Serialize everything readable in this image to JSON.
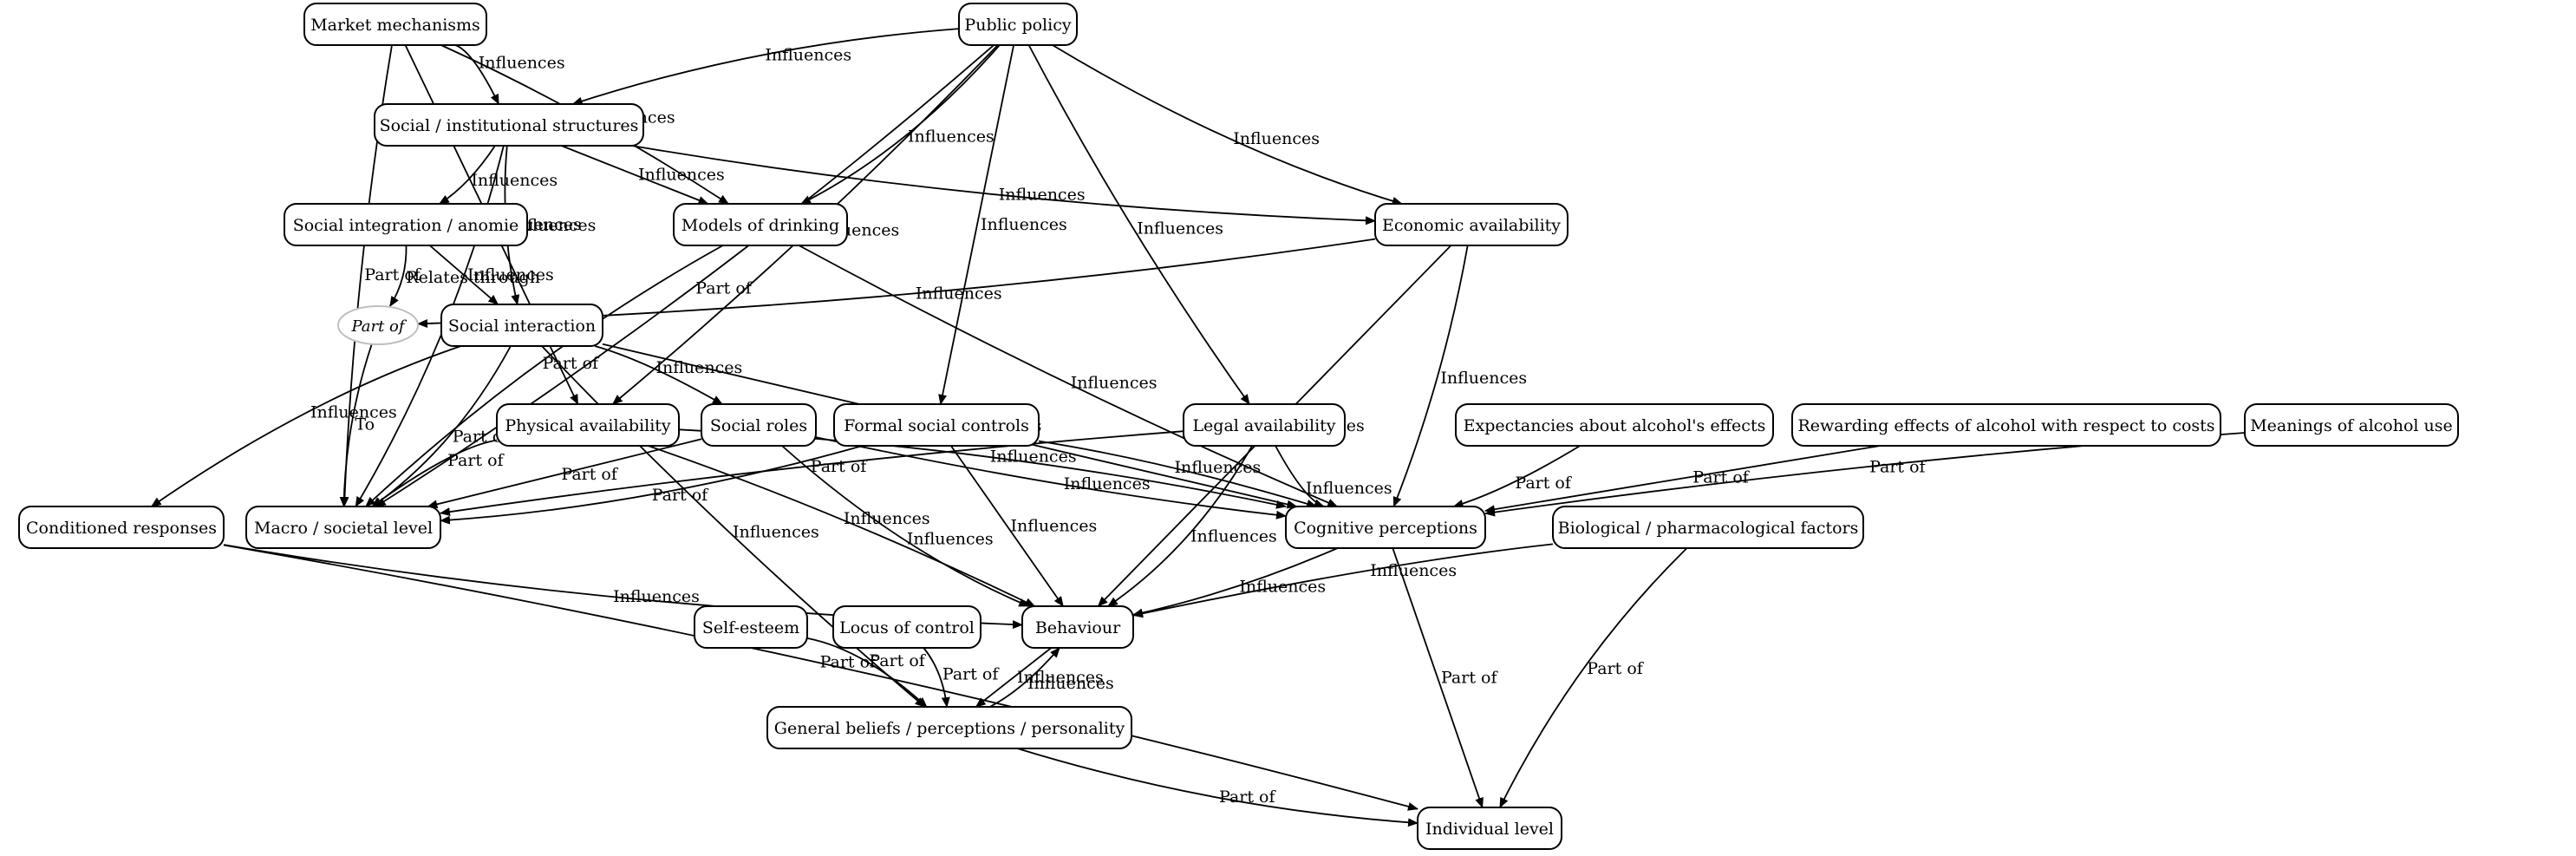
{
  "diagram": {
    "title": "Alcohol use influences concept map",
    "nodes": [
      {
        "id": "market",
        "label": "Market mechanisms",
        "shape": "box"
      },
      {
        "id": "policy",
        "label": "Public policy",
        "shape": "box"
      },
      {
        "id": "social_inst",
        "label": "Social / institutional structures",
        "shape": "box"
      },
      {
        "id": "social_integ",
        "label": "Social integration / anomie",
        "shape": "box"
      },
      {
        "id": "models",
        "label": "Models of drinking",
        "shape": "box"
      },
      {
        "id": "econ",
        "label": "Economic availability",
        "shape": "box"
      },
      {
        "id": "partof_node",
        "label": "Part of",
        "shape": "ellipse"
      },
      {
        "id": "social_inter",
        "label": "Social interaction",
        "shape": "box"
      },
      {
        "id": "physical",
        "label": "Physical availability",
        "shape": "box"
      },
      {
        "id": "roles",
        "label": "Social roles",
        "shape": "box"
      },
      {
        "id": "formal",
        "label": "Formal social controls",
        "shape": "box"
      },
      {
        "id": "legal",
        "label": "Legal availability",
        "shape": "box"
      },
      {
        "id": "expect",
        "label": "Expectancies about alcohol's effects",
        "shape": "box"
      },
      {
        "id": "reward",
        "label": "Rewarding effects of alcohol with respect to costs",
        "shape": "box"
      },
      {
        "id": "meanings",
        "label": "Meanings of alcohol use",
        "shape": "box"
      },
      {
        "id": "conditioned",
        "label": "Conditioned responses",
        "shape": "box"
      },
      {
        "id": "macro",
        "label": "Macro / societal level",
        "shape": "box"
      },
      {
        "id": "cognitive",
        "label": "Cognitive perceptions",
        "shape": "box"
      },
      {
        "id": "bio",
        "label": "Biological / pharmacological factors",
        "shape": "box"
      },
      {
        "id": "selfesteem",
        "label": "Self-esteem",
        "shape": "box"
      },
      {
        "id": "locus",
        "label": "Locus of control",
        "shape": "box"
      },
      {
        "id": "behaviour",
        "label": "Behaviour",
        "shape": "box"
      },
      {
        "id": "general",
        "label": "General beliefs / perceptions / personality",
        "shape": "box"
      },
      {
        "id": "individual",
        "label": "Individual level",
        "shape": "box"
      }
    ],
    "edges": [
      {
        "from": "market",
        "to": "social_inst",
        "label": "Influences"
      },
      {
        "from": "market",
        "to": "models",
        "label": "Influences"
      },
      {
        "from": "market",
        "to": "physical",
        "label": "Influences"
      },
      {
        "from": "market",
        "to": "macro",
        "label": "Part of"
      },
      {
        "from": "policy",
        "to": "social_inst",
        "label": "Influences"
      },
      {
        "from": "policy",
        "to": "models",
        "label": "Influences"
      },
      {
        "from": "policy",
        "to": "physical",
        "label": "Influences"
      },
      {
        "from": "policy",
        "to": "formal",
        "label": "Influences"
      },
      {
        "from": "policy",
        "to": "legal",
        "label": "Influences"
      },
      {
        "from": "policy",
        "to": "econ",
        "label": "Influences"
      },
      {
        "from": "policy",
        "to": "macro",
        "label": "Part of"
      },
      {
        "from": "social_inst",
        "to": "social_integ",
        "label": "Influences"
      },
      {
        "from": "social_inst",
        "to": "models",
        "label": "Influences"
      },
      {
        "from": "social_inst",
        "to": "social_inter",
        "label": "Influences"
      },
      {
        "from": "social_inst",
        "to": "econ",
        "label": "Influences"
      },
      {
        "from": "social_inst",
        "to": "macro",
        "label": "Part of"
      },
      {
        "from": "social_integ",
        "to": "partof_node",
        "label": "Relates through"
      },
      {
        "from": "social_integ",
        "to": "social_inter",
        "label": "Influences"
      },
      {
        "from": "models",
        "to": "cognitive",
        "label": "Influences"
      },
      {
        "from": "models",
        "to": "macro",
        "label": "Part of"
      },
      {
        "from": "econ",
        "to": "partof_node",
        "label": "Influences"
      },
      {
        "from": "econ",
        "to": "cognitive",
        "label": "Influences"
      },
      {
        "from": "econ",
        "to": "behaviour",
        "label": "Influences"
      },
      {
        "from": "partof_node",
        "to": "macro",
        "label": "To"
      },
      {
        "from": "social_inter",
        "to": "conditioned",
        "label": "Influences"
      },
      {
        "from": "social_inter",
        "to": "macro",
        "label": "Part of"
      },
      {
        "from": "social_inter",
        "to": "roles",
        "label": "Influences"
      },
      {
        "from": "social_inter",
        "to": "cognitive",
        "label": "Influences"
      },
      {
        "from": "social_inter",
        "to": "general",
        "label": "Influences"
      },
      {
        "from": "physical",
        "to": "macro",
        "label": "Part of"
      },
      {
        "from": "physical",
        "to": "cognitive",
        "label": "Influences"
      },
      {
        "from": "physical",
        "to": "behaviour",
        "label": "Influences"
      },
      {
        "from": "roles",
        "to": "macro",
        "label": "Part of"
      },
      {
        "from": "roles",
        "to": "cognitive",
        "label": "Influences"
      },
      {
        "from": "roles",
        "to": "behaviour",
        "label": "Influences"
      },
      {
        "from": "formal",
        "to": "macro",
        "label": "Part of"
      },
      {
        "from": "formal",
        "to": "cognitive",
        "label": "Influences"
      },
      {
        "from": "formal",
        "to": "behaviour",
        "label": "Influences"
      },
      {
        "from": "legal",
        "to": "macro",
        "label": "Part of"
      },
      {
        "from": "legal",
        "to": "cognitive",
        "label": "Influences"
      },
      {
        "from": "legal",
        "to": "behaviour",
        "label": "Influences"
      },
      {
        "from": "expect",
        "to": "cognitive",
        "label": "Part of"
      },
      {
        "from": "reward",
        "to": "cognitive",
        "label": "Part of"
      },
      {
        "from": "meanings",
        "to": "cognitive",
        "label": "Part of"
      },
      {
        "from": "conditioned",
        "to": "behaviour",
        "label": "Influences"
      },
      {
        "from": "conditioned",
        "to": "individual",
        "label": "Part of"
      },
      {
        "from": "cognitive",
        "to": "behaviour",
        "label": "Influences"
      },
      {
        "from": "cognitive",
        "to": "individual",
        "label": "Part of"
      },
      {
        "from": "bio",
        "to": "behaviour",
        "label": "Influences"
      },
      {
        "from": "bio",
        "to": "individual",
        "label": "Part of"
      },
      {
        "from": "selfesteem",
        "to": "general",
        "label": "Part of"
      },
      {
        "from": "locus",
        "to": "general",
        "label": "Part of"
      },
      {
        "from": "behaviour",
        "to": "general",
        "label": "Influences"
      },
      {
        "from": "general",
        "to": "behaviour",
        "label": "Influences"
      },
      {
        "from": "general",
        "to": "individual",
        "label": "Part of"
      }
    ]
  }
}
